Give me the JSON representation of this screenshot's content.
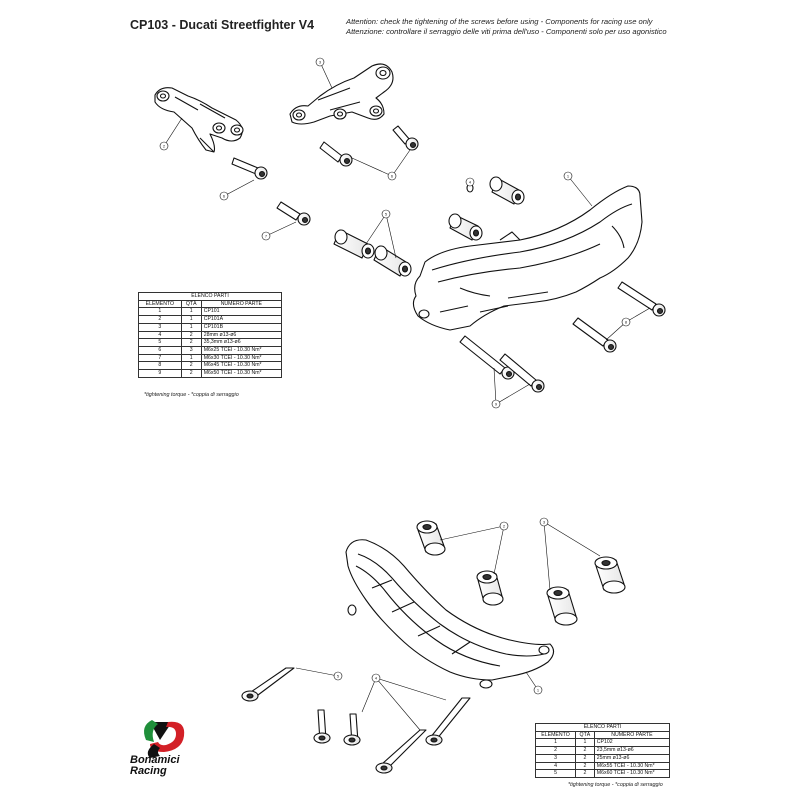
{
  "header": {
    "title": "CP103 - Ducati Streetfighter V4",
    "note_en": "Attention: check the tightening of the screws before using - Components for racing use only",
    "note_it": "Attenzione: controllare il serraggio delle viti prima dell'uso - Componenti solo per uso agonistico"
  },
  "table1": {
    "caption": "ELENCO PARTI",
    "headers": [
      "ELEMENTO",
      "QTÀ",
      "NUMERO PARTE"
    ],
    "rows": [
      [
        "1",
        "1",
        "CP101"
      ],
      [
        "2",
        "1",
        "CP101A"
      ],
      [
        "3",
        "1",
        "CP101B"
      ],
      [
        "4",
        "2",
        "28mm ø13-ø6"
      ],
      [
        "5",
        "2",
        "35,3mm ø13-ø6"
      ],
      [
        "6",
        "3",
        "M6x25 TCEI - 10.30 Nm*"
      ],
      [
        "7",
        "1",
        "M6x30 TCEI - 10.30 Nm*"
      ],
      [
        "8",
        "2",
        "M6x45 TCEI - 10.30 Nm*"
      ],
      [
        "9",
        "2",
        "M6x50 TCEI - 10.30 Nm*"
      ]
    ],
    "note": "*tightening torque - *coppia di serraggio"
  },
  "table2": {
    "caption": "ELENCO PARTI",
    "headers": [
      "ELEMENTO",
      "QTÀ",
      "NUMERO PARTE"
    ],
    "rows": [
      [
        "1",
        "1",
        "CP102"
      ],
      [
        "2",
        "2",
        "23,5mm ø13-ø6"
      ],
      [
        "3",
        "2",
        "25mm ø13-ø6"
      ],
      [
        "4",
        "2",
        "M6x55 TCEI - 10.30 Nm*"
      ],
      [
        "5",
        "2",
        "M6x60 TCEI - 10.30 Nm*"
      ]
    ],
    "note": "*tightening torque - *coppia di serraggio"
  },
  "callouts_top": [
    "1",
    "2",
    "3",
    "4",
    "5",
    "6",
    "7",
    "8",
    "9"
  ],
  "callouts_bottom": [
    "1",
    "2",
    "3",
    "4",
    "5"
  ],
  "brand": {
    "line1": "Bonamici",
    "line2": "Racing",
    "colors": {
      "green": "#1f8f3a",
      "red": "#d32027",
      "black": "#111111"
    }
  }
}
